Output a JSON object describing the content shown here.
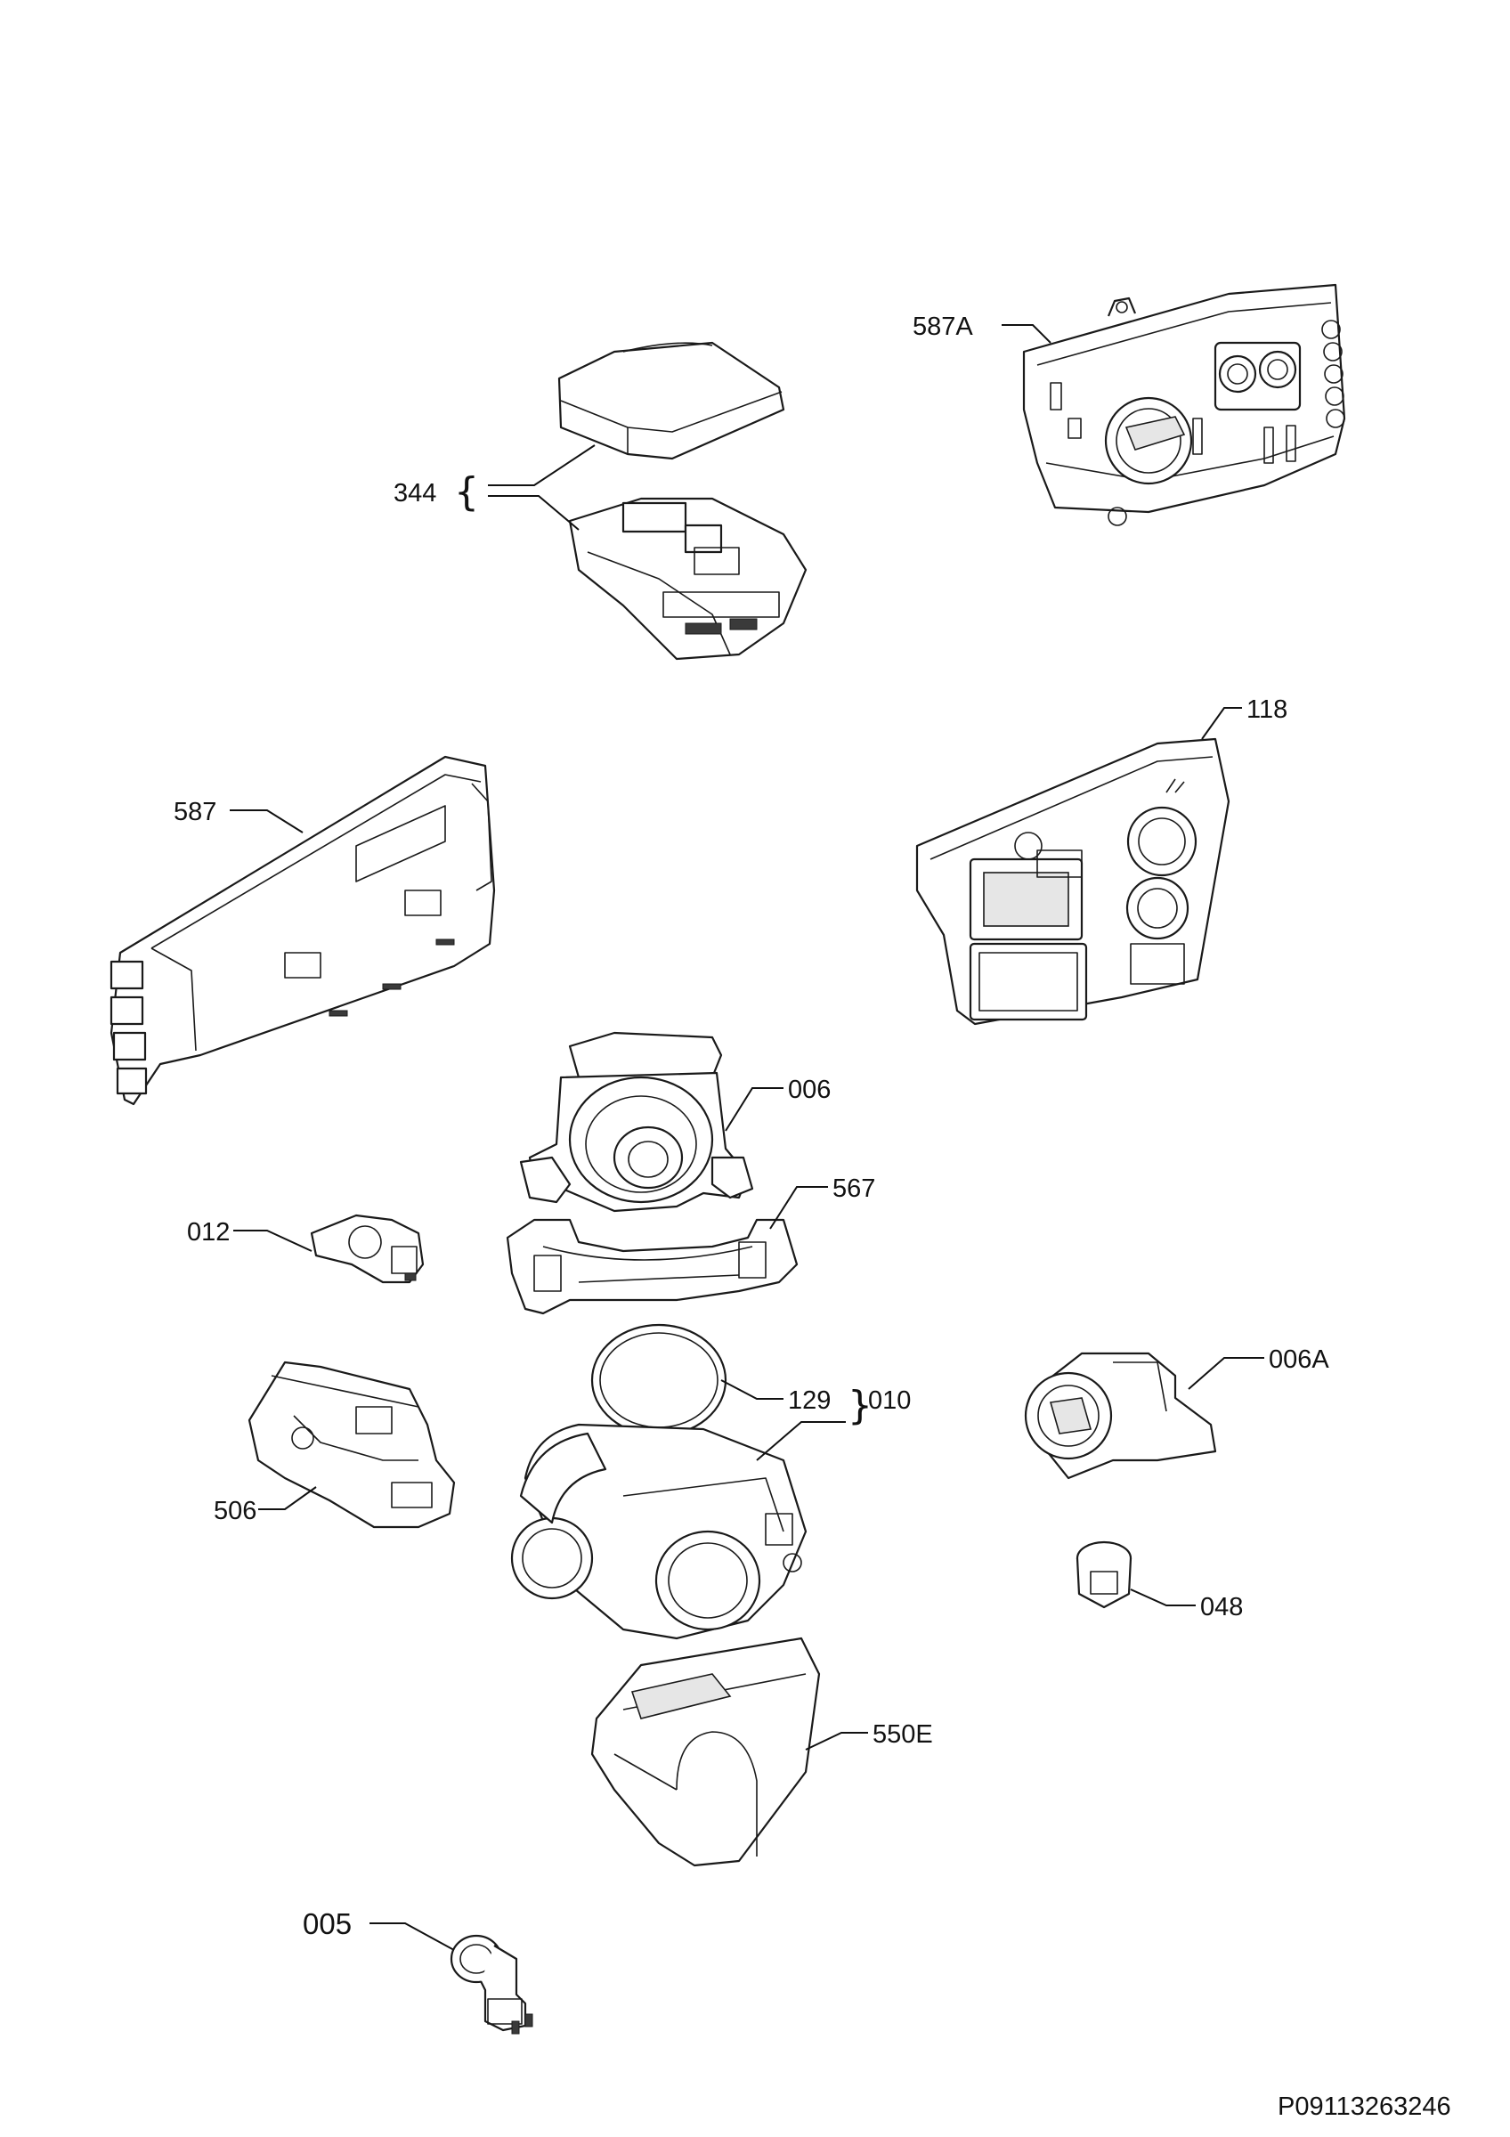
{
  "diagram": {
    "document_code": "P09113263246",
    "callouts": {
      "c587A": "587A",
      "c344": "344",
      "c118": "118",
      "c587": "587",
      "c006": "006",
      "c567": "567",
      "c012": "012",
      "c129": "129",
      "c010": "010",
      "c006A": "006A",
      "c506": "506",
      "c048": "048",
      "c550E": "550E",
      "c005": "005"
    },
    "brace_left": "{",
    "brace_right": "}"
  }
}
